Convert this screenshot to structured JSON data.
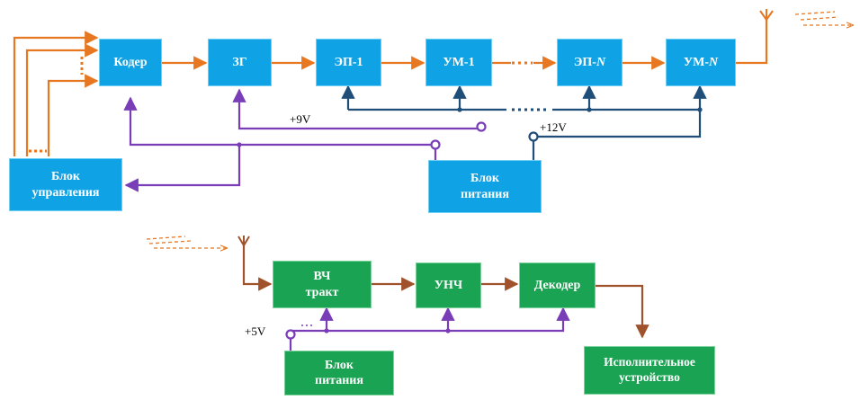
{
  "transmitter": {
    "blocks": {
      "coder": "Кодер",
      "zg": "ЗГ",
      "ep1": "ЭП-1",
      "um1": "УМ-1",
      "epn_prefix": "ЭП-",
      "umn_prefix": "УМ-",
      "n": "N",
      "control_l1": "Блок",
      "control_l2": "управления",
      "power_l1": "Блок",
      "power_l2": "питания"
    },
    "voltage_9": "+9V",
    "voltage_12": "+12V"
  },
  "receiver": {
    "blocks": {
      "rf_l1": "ВЧ",
      "rf_l2": "тракт",
      "unch": "УНЧ",
      "decoder": "Декодер",
      "power_l1": "Блок",
      "power_l2": "питания",
      "actuator_l1": "Исполнительное",
      "actuator_l2": "устройство"
    },
    "voltage_5": "+5V"
  },
  "colors": {
    "tx_signal": "#E87722",
    "control_line": "#7A3DB8",
    "power_line": "#1F4E79",
    "rx_signal": "#A0522D",
    "tx_block": "#0FA3E6",
    "rx_block": "#1AA352"
  },
  "icons": [
    "antenna-icon",
    "radio-wave-icon"
  ]
}
